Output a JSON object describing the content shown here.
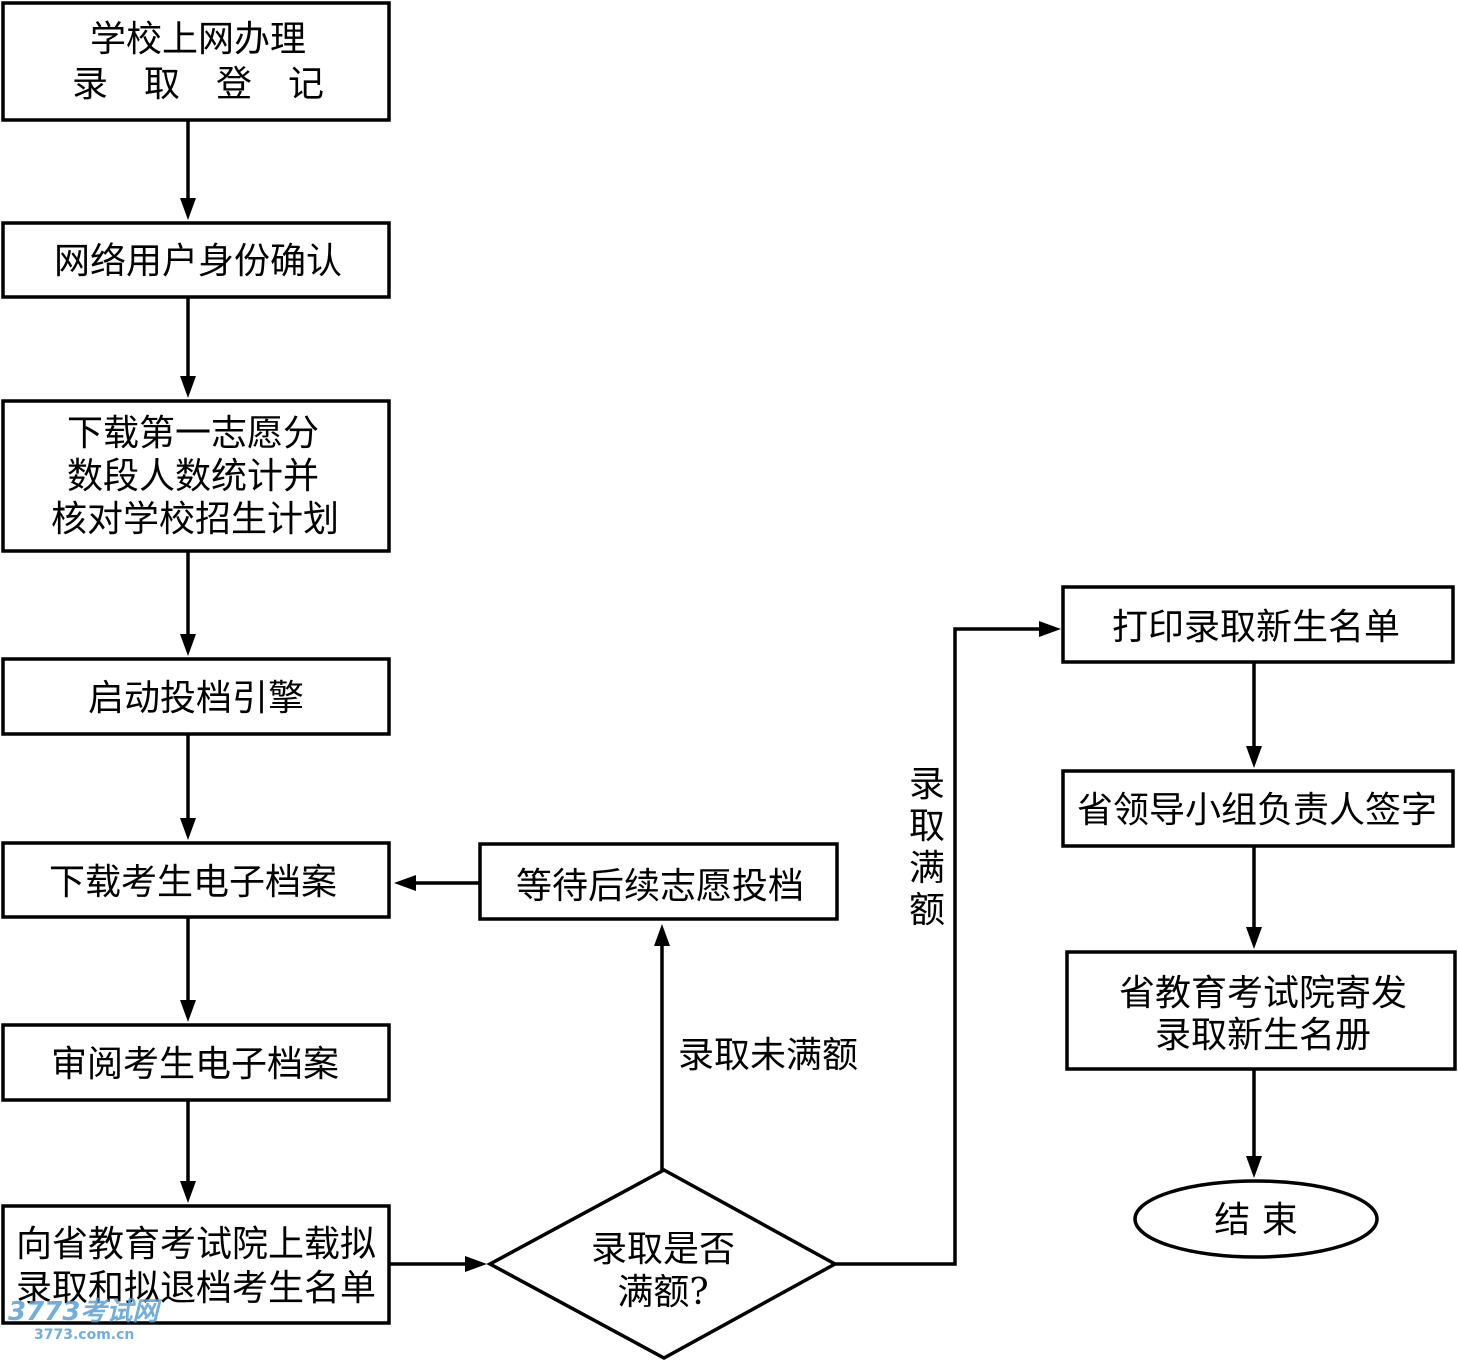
{
  "nodes": {
    "school_login": {
      "lines": [
        "学校上网办理",
        "录　取　登　记"
      ]
    },
    "identity_confirm": {
      "lines": [
        "网络用户身份确认"
      ]
    },
    "download_stats": {
      "lines": [
        "下载第一志愿分",
        "数段人数统计并",
        "核对学校招生计划"
      ]
    },
    "start_engine": {
      "lines": [
        "启动投档引擎"
      ]
    },
    "download_archive": {
      "lines": [
        "下载考生电子档案"
      ]
    },
    "review_archive": {
      "lines": [
        "审阅考生电子档案"
      ]
    },
    "upload_list": {
      "lines": [
        "向省教育考试院上载拟",
        "录取和拟退档考生名单"
      ]
    },
    "decision": {
      "lines": [
        "录取是否",
        "满额?"
      ]
    },
    "wait_next": {
      "lines": [
        "等待后续志愿投档"
      ]
    },
    "print_list": {
      "lines": [
        "打印录取新生名单"
      ]
    },
    "leader_sign": {
      "lines": [
        "省领导小组负责人签字"
      ]
    },
    "mail_register": {
      "lines": [
        "省教育考试院寄发",
        "录取新生名册"
      ]
    },
    "end": {
      "lines": [
        "结 束"
      ]
    }
  },
  "edge_labels": {
    "not_full": "录取未满额",
    "full": [
      "录",
      "取",
      "满",
      "额"
    ]
  },
  "watermark": {
    "logo_text": "3773考试网",
    "url_text": "3773.com.cn"
  },
  "colors": {
    "line": "#000000",
    "background": "#ffffff",
    "watermark": "#5aa0d8"
  }
}
